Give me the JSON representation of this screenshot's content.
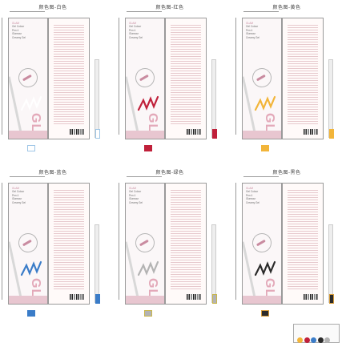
{
  "sheet": {
    "front_label_lines": [
      "GLAM",
      "Gel Colour",
      "Pen 4",
      "",
      "Glamour",
      "Creamy Gel"
    ],
    "brand_mark": "GLAM",
    "width_dim": "",
    "height_dim": "",
    "back_panel": "",
    "vertical_caption": ""
  },
  "panels": [
    {
      "title": "颜色图-白色",
      "color": "#ffffff",
      "border": "#9ec6e6",
      "caption": ""
    },
    {
      "title": "颜色图-红色",
      "color": "#c0203a",
      "border": "#c0203a",
      "caption": ""
    },
    {
      "title": "颜色图-黄色",
      "color": "#f2b53a",
      "border": "#f2b53a",
      "caption": ""
    },
    {
      "title": "颜色图-蓝色",
      "color": "#3a7cc8",
      "border": "#3a7cc8",
      "caption": ""
    },
    {
      "title": "颜色图-绿色",
      "color": "#b3b3b3",
      "border": "#c9b64a",
      "caption": ""
    },
    {
      "title": "颜色图-黑色",
      "color": "#2b2b2b",
      "border": "#d49a3a",
      "caption": ""
    }
  ],
  "legend": {
    "title": "",
    "dot_colors": [
      "#f2b53a",
      "#c0203a",
      "#3a7cc8",
      "#2b2b2b",
      "#b3b3b3"
    ]
  }
}
